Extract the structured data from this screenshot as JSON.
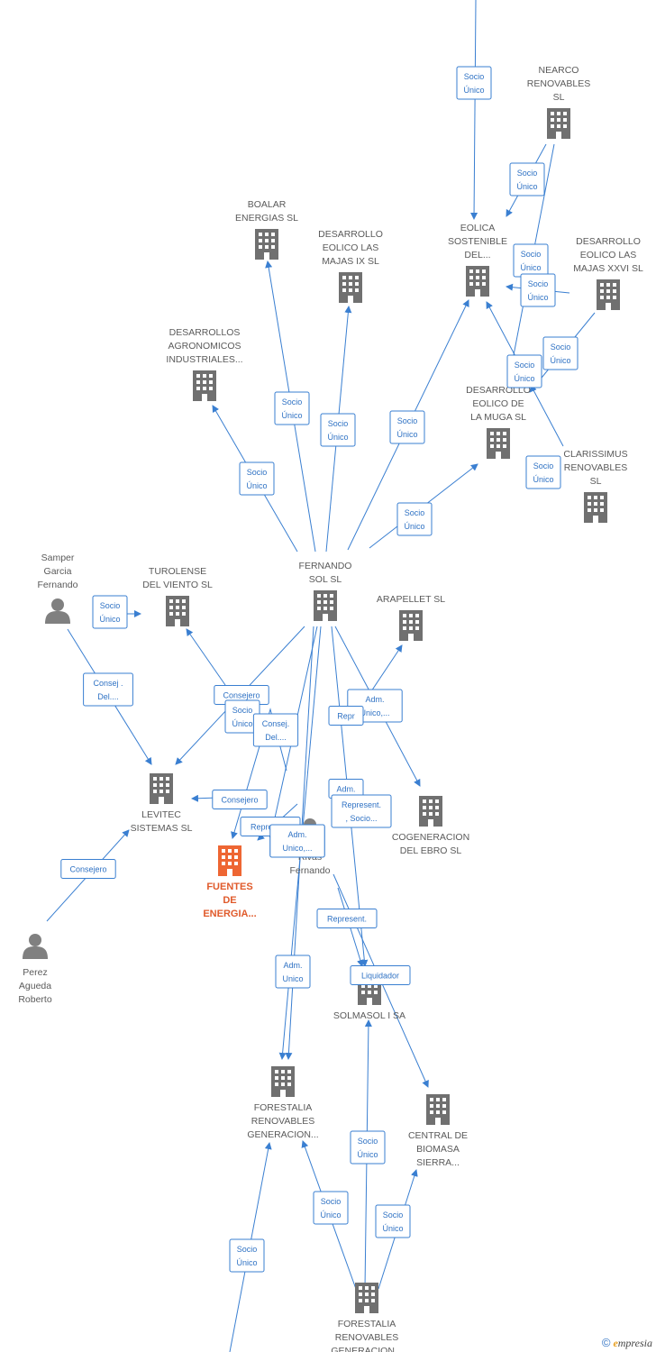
{
  "colors": {
    "edge": "#3a7fd1",
    "building": "#707070",
    "focus": "#ee6633",
    "person": "#808080"
  },
  "nodes": [
    {
      "id": "nearco",
      "kind": "company",
      "lines": [
        "NEARCO",
        "RENOVABLES",
        "SL"
      ]
    },
    {
      "id": "boalar",
      "kind": "company",
      "lines": [
        "BOALAR",
        "ENERGIAS  SL"
      ]
    },
    {
      "id": "ix",
      "kind": "company",
      "lines": [
        "DESARROLLO",
        "EOLICO LAS",
        "MAJAS IX  SL"
      ]
    },
    {
      "id": "eolica",
      "kind": "company",
      "lines": [
        "EOLICA",
        "SOSTENIBLE",
        "DEL..."
      ]
    },
    {
      "id": "xxvi",
      "kind": "company",
      "lines": [
        "DESARROLLO",
        "EOLICO LAS",
        "MAJAS XXVI  SL"
      ]
    },
    {
      "id": "agro",
      "kind": "company",
      "lines": [
        "DESARROLLOS",
        "AGRONOMICOS",
        "INDUSTRIALES..."
      ]
    },
    {
      "id": "muga",
      "kind": "company",
      "lines": [
        "DESARROLLO",
        "EOLICO DE",
        "LA MUGA SL"
      ]
    },
    {
      "id": "clar",
      "kind": "company",
      "lines": [
        "CLARISSIMUS",
        "RENOVABLES",
        "SL"
      ]
    },
    {
      "id": "samper",
      "kind": "person",
      "lines": [
        "Samper",
        "Garcia",
        "Fernando"
      ]
    },
    {
      "id": "turol",
      "kind": "company",
      "lines": [
        "TUROLENSE",
        "DEL VIENTO SL"
      ]
    },
    {
      "id": "fernando",
      "kind": "company",
      "lines": [
        "FERNANDO",
        "SOL SL"
      ]
    },
    {
      "id": "arapellet",
      "kind": "company",
      "lines": [
        "ARAPELLET  SL"
      ]
    },
    {
      "id": "levitec",
      "kind": "company",
      "lines": [
        "LEVITEC",
        "SISTEMAS  SL"
      ]
    },
    {
      "id": "rivas",
      "kind": "person",
      "lines": [
        "Rivas",
        "Fernando"
      ]
    },
    {
      "id": "cogen",
      "kind": "company",
      "lines": [
        "COGENERACION",
        "DEL EBRO  SL"
      ]
    },
    {
      "id": "fuentes",
      "kind": "focus",
      "lines": [
        "FUENTES",
        "DE",
        "ENERGIA..."
      ]
    },
    {
      "id": "perez",
      "kind": "person",
      "lines": [
        "Perez",
        "Agueda",
        "Roberto"
      ]
    },
    {
      "id": "solmasol",
      "kind": "company",
      "lines": [
        "SOLMASOL I SA"
      ]
    },
    {
      "id": "forestalia1",
      "kind": "company",
      "lines": [
        "FORESTALIA",
        "RENOVABLES",
        "GENERACION..."
      ]
    },
    {
      "id": "central",
      "kind": "company",
      "lines": [
        "CENTRAL DE",
        "BIOMASA",
        "SIERRA..."
      ]
    },
    {
      "id": "forestalia2",
      "kind": "company",
      "lines": [
        "FORESTALIA",
        "RENOVABLES",
        "GENERACION..."
      ]
    }
  ],
  "edge_labels": [
    {
      "lines": [
        "Socio",
        "Único"
      ]
    },
    {
      "lines": [
        "Socio",
        "Único"
      ]
    },
    {
      "lines": [
        "Socio",
        "Único"
      ]
    },
    {
      "lines": [
        "Socio",
        "Único"
      ]
    },
    {
      "lines": [
        "Socio",
        "Único"
      ]
    },
    {
      "lines": [
        "Socio",
        "Único"
      ]
    },
    {
      "lines": [
        "Socio",
        "Único"
      ]
    },
    {
      "lines": [
        "Socio",
        "Único"
      ]
    },
    {
      "lines": [
        "Socio",
        "Único"
      ]
    },
    {
      "lines": [
        "Socio",
        "Único"
      ]
    },
    {
      "lines": [
        "Socio",
        "Único"
      ]
    },
    {
      "lines": [
        "Socio",
        "Único"
      ]
    },
    {
      "lines": [
        "Socio",
        "Único"
      ]
    },
    {
      "lines": [
        "Consej .",
        "Del...."
      ]
    },
    {
      "lines": [
        "Consejero"
      ]
    },
    {
      "lines": [
        "Socio",
        "Único"
      ]
    },
    {
      "lines": [
        "Consej.",
        "Del...."
      ]
    },
    {
      "lines": [
        "Adm.",
        "Unico,..."
      ]
    },
    {
      "lines": [
        "Adm.",
        "Unico,..."
      ]
    },
    {
      "lines": [
        "Repr"
      ]
    },
    {
      "lines": [
        "Consejero"
      ]
    },
    {
      "lines": [
        "Represent."
      ]
    },
    {
      "lines": [
        "Adm.",
        "Unico,..."
      ]
    },
    {
      "lines": [
        "Adm."
      ]
    },
    {
      "lines": [
        "Represent.",
        ", Socio..."
      ]
    },
    {
      "lines": [
        "Consejero"
      ]
    },
    {
      "lines": [
        "Represent."
      ]
    },
    {
      "lines": [
        "Adm.",
        "Unico"
      ]
    },
    {
      "lines": [
        "Liquidador"
      ]
    },
    {
      "lines": [
        "Socio",
        "Único"
      ]
    },
    {
      "lines": [
        "Socio",
        "Único"
      ]
    },
    {
      "lines": [
        "Socio",
        "Único"
      ]
    },
    {
      "lines": [
        "Socio",
        "Único"
      ]
    }
  ],
  "copyright": {
    "symbol": "©",
    "brand_initial": "e",
    "brand_rest": "mpresia"
  }
}
